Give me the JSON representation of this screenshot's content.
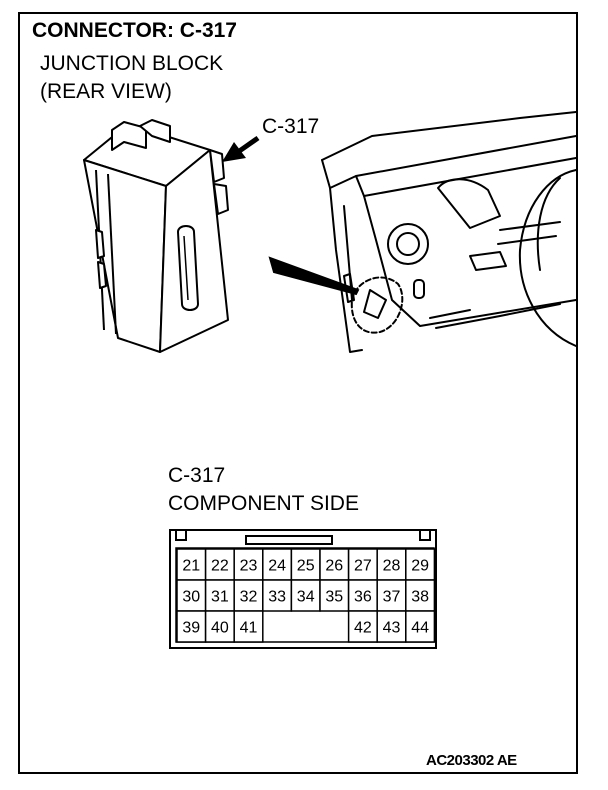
{
  "header": {
    "title": "CONNECTOR: C-317",
    "line1": "JUNCTION BLOCK",
    "line2": "(REAR VIEW)"
  },
  "callout_label": "C-317",
  "connector": {
    "label": "C-317",
    "side": "COMPONENT SIDE",
    "rows": [
      [
        "21",
        "22",
        "23",
        "24",
        "25",
        "26",
        "27",
        "28",
        "29"
      ],
      [
        "30",
        "31",
        "32",
        "33",
        "34",
        "35",
        "36",
        "37",
        "38"
      ],
      [
        "39",
        "40",
        "41",
        "",
        "",
        "",
        "42",
        "43",
        "44"
      ]
    ]
  },
  "figure_code": "AC203302 AE"
}
